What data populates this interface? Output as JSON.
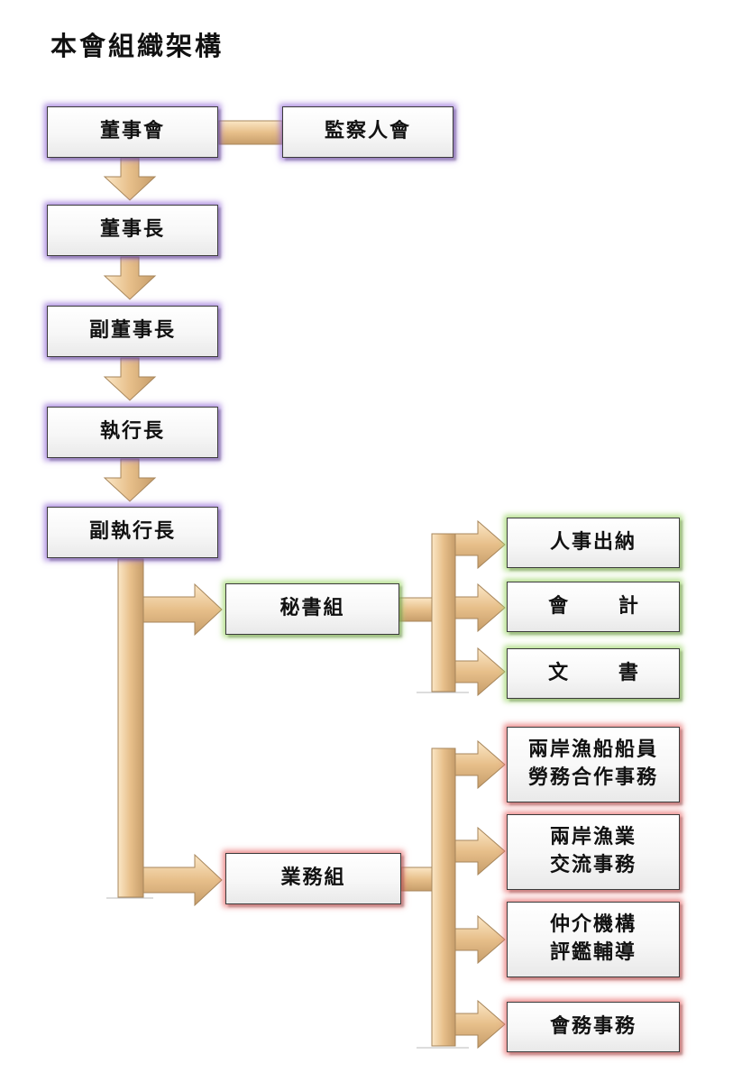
{
  "title": "本會組織架構",
  "nodes": {
    "board": "董事會",
    "supervisors": "監察人會",
    "chairman": "董事長",
    "vice_chairman": "副董事長",
    "ceo": "執行長",
    "deputy_ceo": "副執行長",
    "secretariat": "秘書組",
    "personnel_cashier": "人事出納",
    "accounting": "會 計",
    "documents": "文 書",
    "business": "業務組",
    "crew_line1": "兩岸漁船船員",
    "crew_line2": "勞務合作事務",
    "fishery_line1": "兩岸漁業",
    "fishery_line2": "交流事務",
    "agency_line1": "仲介機構",
    "agency_line2": "評鑑輔導",
    "member_affairs": "會務事務"
  },
  "colors": {
    "connector_fill": "#f4d3a4",
    "connector_outline": "#a7865b",
    "glow_purple": "#9a6fd6",
    "glow_green": "#a6d86f",
    "glow_red": "#e87373"
  }
}
